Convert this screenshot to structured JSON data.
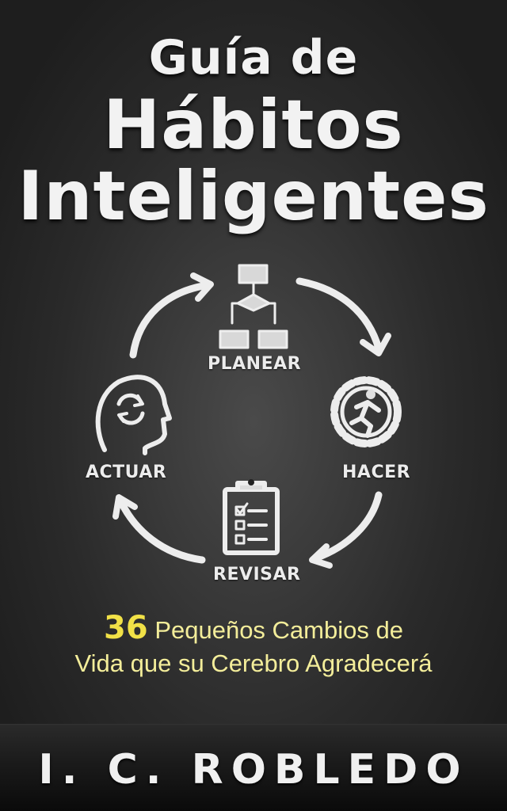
{
  "cover": {
    "title_line1": "Guía de",
    "title_line2": "Hábitos",
    "title_line3": "Inteligentes",
    "subtitle_number": "36",
    "subtitle_line1_rest": " Pequeños Cambios de",
    "subtitle_line2": "Vida que su Cerebro Agradecerá",
    "author": "I. C. ROBLEDO"
  },
  "cycle": {
    "steps": [
      {
        "label": "PLANEAR",
        "icon": "flowchart-icon"
      },
      {
        "label": "HACER",
        "icon": "gear-runner-icon"
      },
      {
        "label": "REVISAR",
        "icon": "clipboard-checklist-icon"
      },
      {
        "label": "ACTUAR",
        "icon": "head-refresh-icon"
      }
    ]
  },
  "colors": {
    "background": "#2e2e2e",
    "chalk_white": "#f0f0f0",
    "accent_yellow": "#f1e147",
    "subtitle_yellow": "#f3ed9a"
  }
}
